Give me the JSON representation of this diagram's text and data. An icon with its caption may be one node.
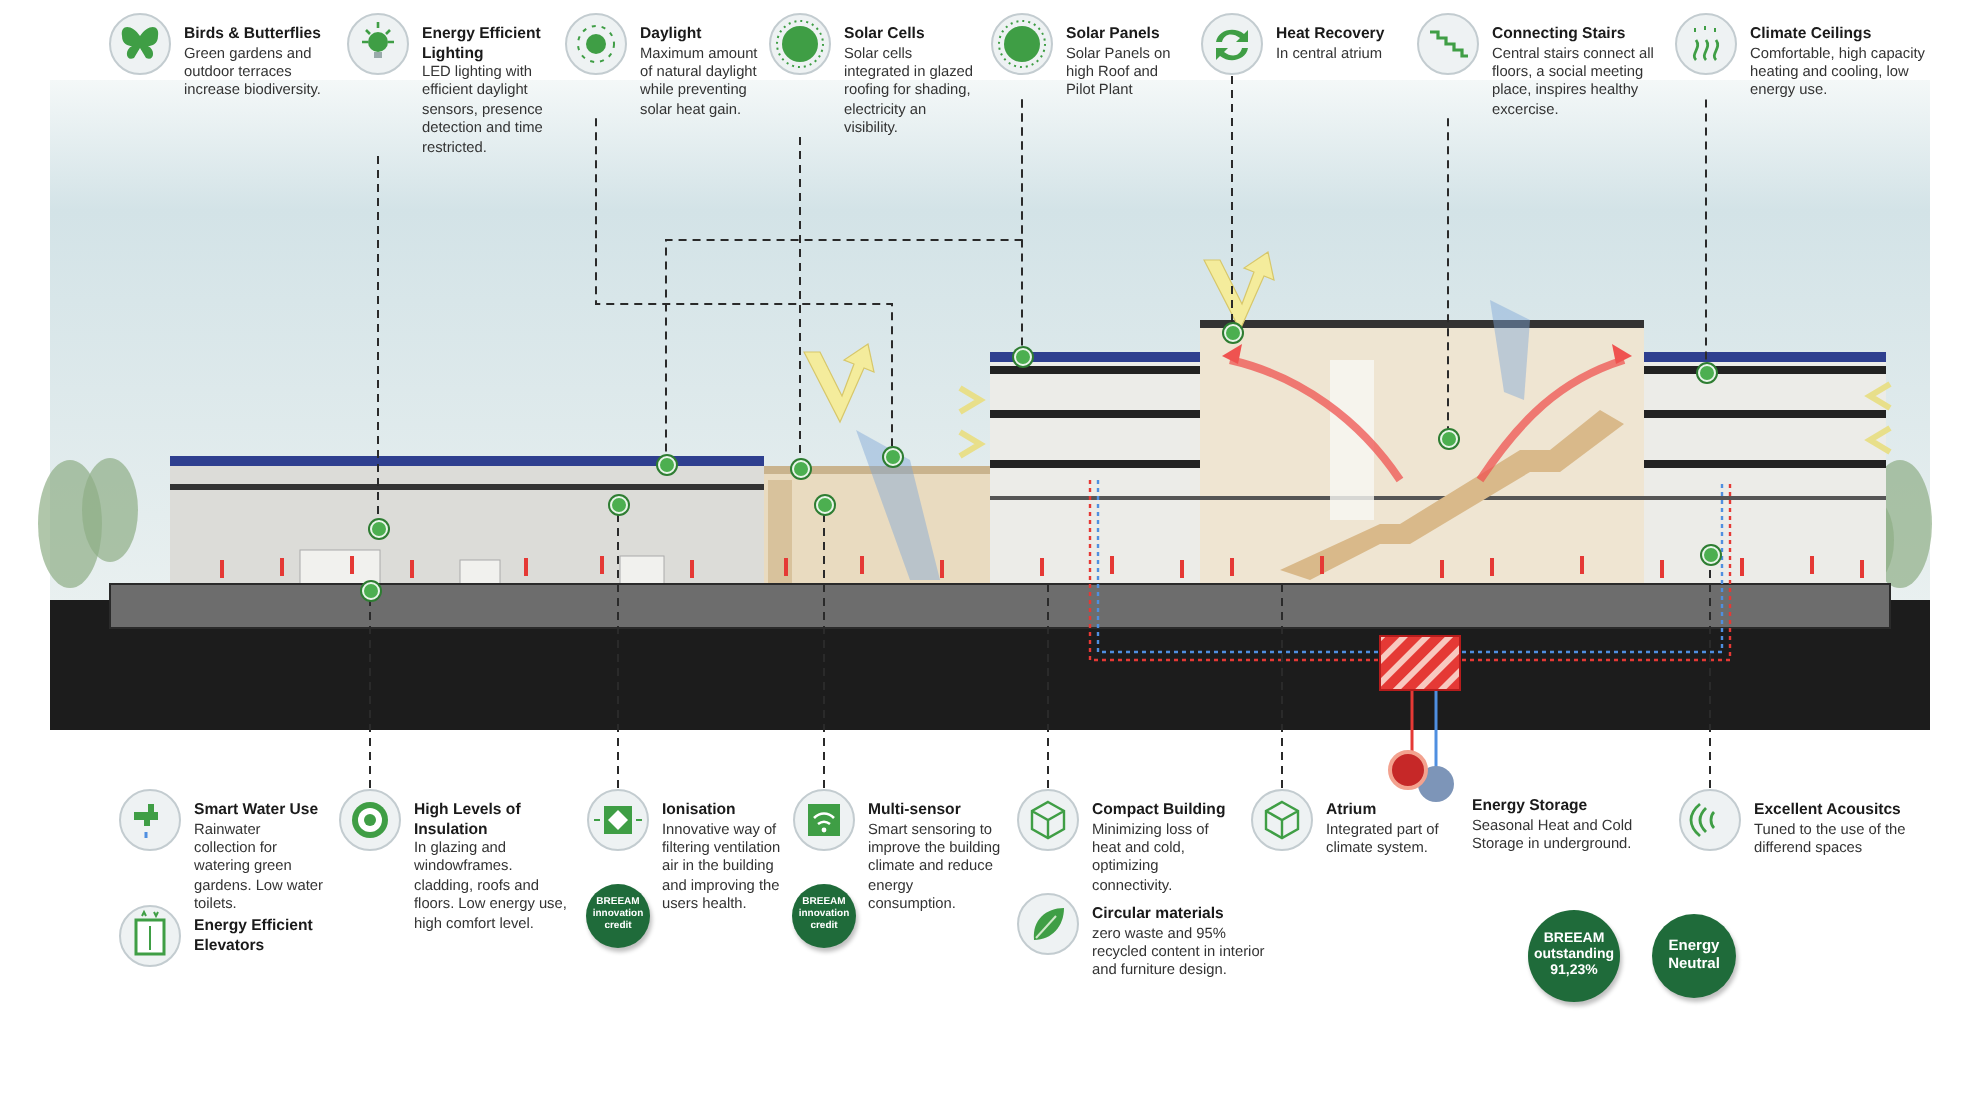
{
  "diagram": {
    "nodes": [
      {
        "text": [
          "Birds & Butterflies",
          "Green gardens and outdoor terraces increase biodiversity."
        ]
      },
      {
        "text": [
          "Energy Efficient Lighting",
          "LED lighting with efficient daylight sensors, presence detection and time restricted."
        ]
      },
      {
        "text": [
          "Daylight",
          "Maximum amount of natural daylight while preventing solar heat gain."
        ]
      },
      {
        "text": [
          "Solar Cells",
          "Solar cells integrated in glazed roofing for shading, electricity an visibility."
        ]
      },
      {
        "text": [
          "Solar Panels",
          "Solar Panels on high Roof and Pilot Plant"
        ]
      },
      {
        "text": [
          "Heat Recovery",
          "In central atrium"
        ]
      },
      {
        "text": [
          "Connecting Stairs",
          "Central stairs connect all floors, a social meeting place, inspires healthy excercise."
        ]
      },
      {
        "text": [
          "Climate Ceilings",
          "Comfortable, high capacity heating and cooling, low energy use."
        ]
      },
      {
        "text": [],
        "shape": "circle"
      },
      {
        "text": [],
        "shape": "circle"
      },
      {
        "text": [],
        "shape": "circle"
      },
      {
        "text": [],
        "shape": "circle"
      },
      {
        "text": [],
        "shape": "circle"
      },
      {
        "text": [],
        "shape": "circle"
      },
      {
        "text": [],
        "shape": "circle"
      },
      {
        "text": [],
        "shape": "circle"
      },
      {
        "text": [],
        "shape": "circle"
      },
      {
        "text": [],
        "shape": "circle"
      },
      {
        "text": [],
        "shape": "circle"
      },
      {
        "text": [],
        "shape": "circle"
      },
      {
        "text": [
          "Smart Water Use",
          "Rainwater collection for watering green gardens. Low water toilets."
        ]
      },
      {
        "text": [
          "Energy Efficient Elevators"
        ]
      },
      {
        "text": [
          "High Levels of Insulation",
          "In glazing and windowframes. cladding, roofs and floors. Low energy use, high comfort level."
        ]
      },
      {
        "text": [
          "Ionisation",
          "Innovative way of filtering ventilation air in the building and improving the users health."
        ]
      },
      {
        "text": [
          "BREEAM innovation credit"
        ]
      },
      {
        "text": [
          "Multi-sensor",
          "Smart sensoring to improve the building climate and reduce energy consumption."
        ]
      },
      {
        "text": [
          "BREEAM innovation credit"
        ]
      },
      {
        "text": [
          "Compact Building",
          "Minimizing loss of heat and cold, optimizing connectivity."
        ]
      },
      {
        "text": [
          "Circular materials",
          "zero waste and 95% recycled content in interior and furniture design."
        ]
      },
      {
        "text": [
          "Atrium",
          "Integrated part of climate system."
        ]
      },
      {
        "text": [
          "Energy Storage",
          "Seasonal Heat and Cold Storage in underground."
        ]
      },
      {
        "text": [
          "BREEAM outstanding 91,23%"
        ]
      },
      {
        "text": [
          "Energy Neutral"
        ]
      },
      {
        "text": [
          "Excellent Acousitcs",
          "Tuned to the use of the differend spaces"
        ]
      }
    ],
    "edges": [
      {
        "from": 1,
        "to": 8,
        "arrow": "none",
        "style": "dashed"
      },
      {
        "from": 2,
        "to": 14,
        "arrow": "none",
        "style": "dashed"
      },
      {
        "from": 3,
        "to": 12,
        "arrow": "none",
        "style": "dashed"
      },
      {
        "from": 4,
        "to": 15,
        "arrow": "none",
        "style": "dashed"
      },
      {
        "from": 4,
        "to": 11,
        "arrow": "none",
        "style": "dashed"
      },
      {
        "from": 5,
        "to": 16,
        "arrow": "none",
        "style": "dashed"
      },
      {
        "from": 6,
        "to": 17,
        "arrow": "none",
        "style": "dashed"
      },
      {
        "from": 7,
        "to": 18,
        "arrow": "none",
        "style": "dashed"
      },
      {
        "from": 22,
        "to": 9,
        "arrow": "none",
        "style": "dashed"
      },
      {
        "from": 23,
        "to": 10,
        "arrow": "none",
        "style": "dashed"
      },
      {
        "from": 25,
        "to": 13,
        "arrow": "none",
        "style": "dashed"
      },
      {
        "from": 27,
        "to": null,
        "arrow": "none",
        "style": "dashed"
      },
      {
        "from": 29,
        "to": null,
        "arrow": "none",
        "style": "dashed"
      },
      {
        "from": 33,
        "to": 19,
        "arrow": "none",
        "style": "dashed"
      }
    ]
  }
}
